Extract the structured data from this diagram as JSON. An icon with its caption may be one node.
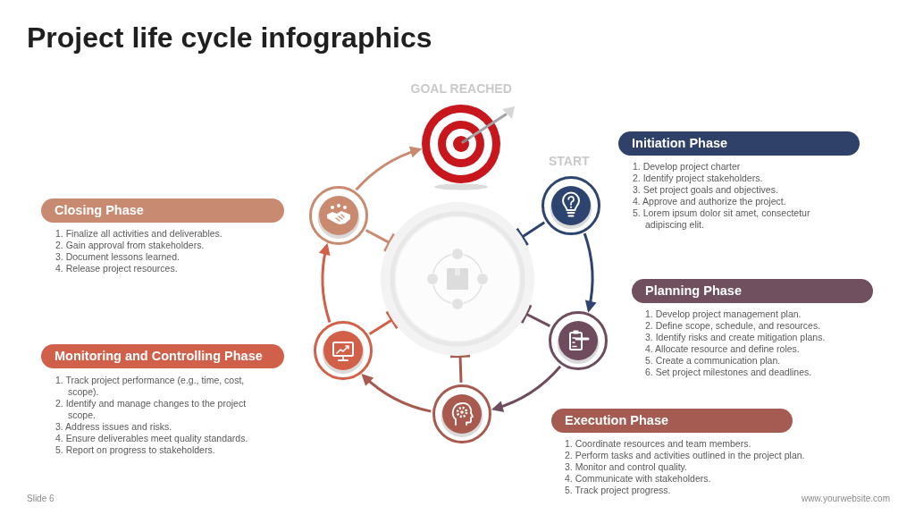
{
  "diagram": {
    "title": "Project life cycle infographics",
    "nodes": [
      {
        "text": [],
        "shape": "picture",
        "beside": [
          "GOAL REACHED"
        ]
      },
      {
        "text": [],
        "shape": "circle"
      },
      {
        "text": [],
        "shape": "circle",
        "beside": [
          "START"
        ]
      },
      {
        "text": [
          "Initiation Phase"
        ],
        "beside": [
          "1. Develop project charter",
          "2. Identify project stakeholders.",
          "3. Set project goals and objectives.",
          "4. Approve and authorize the project.",
          "5. Lorem ipsum dolor sit amet, consectetur adipiscing elit."
        ]
      },
      {
        "text": [],
        "shape": "circle"
      },
      {
        "text": [
          "Planning Phase"
        ],
        "beside": [
          "1. Develop project management plan.",
          "2. Define scope, schedule, and resources.",
          "3. Identify risks and create mitigation plans.",
          "4. Allocate resource and define roles.",
          "5. Create a communication plan.",
          "6. Set project milestones and deadlines."
        ]
      },
      {
        "text": [],
        "shape": "circle"
      },
      {
        "text": [
          "Execution Phase"
        ],
        "beside": [
          "1. Coordinate resources and team members.",
          "2. Perform tasks and activities outlined in the project plan.",
          "3. Monitor and control quality.",
          "4. Communicate with stakeholders.",
          "5. Track project progress."
        ]
      },
      {
        "text": [],
        "shape": "circle"
      },
      {
        "text": [
          "Monitoring and Controlling Phase"
        ],
        "beside": [
          "1. Track project performance (e.g., time, cost, scope).",
          "2. Identify and manage changes to the project scope.",
          "3. Address issues and risks.",
          "4. Ensure deliverables meet quality standards.",
          "5. Report on progress to stakeholders."
        ]
      },
      {
        "text": [],
        "shape": "circle"
      },
      {
        "text": [
          "Closing Phase"
        ],
        "beside": [
          "1. Finalize all activities and deliverables.",
          "2. Gain approval from stakeholders.",
          "3. Document lessons learned.",
          "4. Release project resources."
        ]
      }
    ],
    "edges": [
      {
        "from": 2,
        "to": 4,
        "arrow": "to",
        "color": "#2e4470"
      },
      {
        "from": 4,
        "to": 6,
        "arrow": "to",
        "color": "#6e4c5e"
      },
      {
        "from": 6,
        "to": 8,
        "arrow": "to",
        "color": "#a85a4f"
      },
      {
        "from": 8,
        "to": 10,
        "arrow": "to",
        "color": "#d25f47"
      },
      {
        "from": 10,
        "to": 0,
        "arrow": "to",
        "color": "#c98a70"
      },
      {
        "from": 2,
        "to": 1,
        "arrow": "other",
        "color": "#2e4470"
      },
      {
        "from": 4,
        "to": 1,
        "arrow": "other",
        "color": "#6e4c5e"
      },
      {
        "from": 6,
        "to": 1,
        "arrow": "other",
        "color": "#a85a4f"
      },
      {
        "from": 8,
        "to": 1,
        "arrow": "other",
        "color": "#d25f47"
      },
      {
        "from": 10,
        "to": 1,
        "arrow": "other",
        "color": "#c98a70"
      }
    ],
    "labels": [
      "Slide 6",
      "www.yourwebsite.com"
    ]
  }
}
